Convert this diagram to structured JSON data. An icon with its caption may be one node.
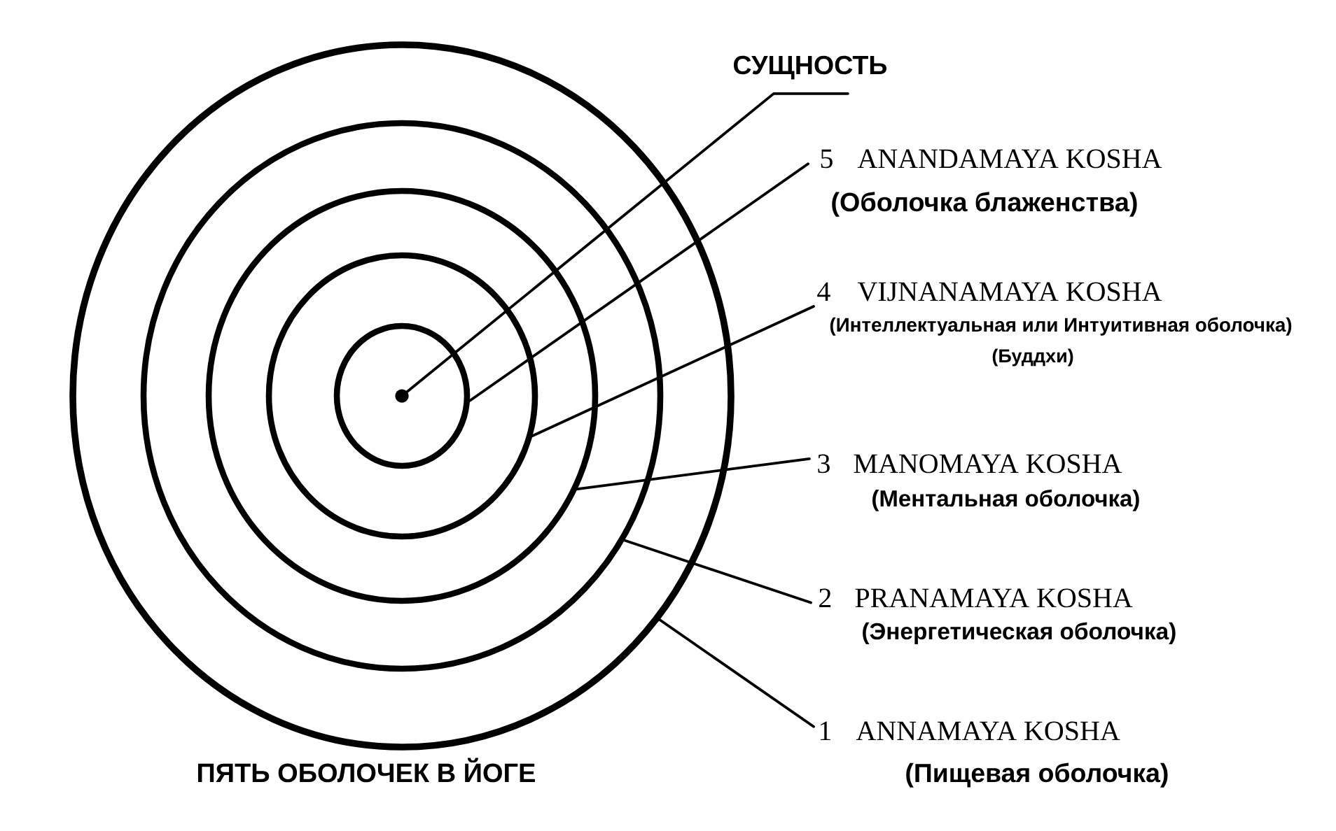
{
  "diagram": {
    "caption": "ПЯТЬ ОБОЛОЧЕК В ЙОГЕ",
    "nodes": [
      {
        "text": [],
        "shape": "circle"
      },
      {
        "text": [],
        "shape": "circle",
        "in": 0
      },
      {
        "text": [],
        "shape": "circle",
        "in": 1
      },
      {
        "text": [],
        "shape": "circle",
        "in": 2
      },
      {
        "text": [],
        "shape": "circle",
        "in": 3
      },
      {
        "text": [],
        "shape": "dot",
        "in": 4
      },
      {
        "text": [
          "СУЩНОСТЬ"
        ]
      },
      {
        "text": [
          "5",
          "ANANDAMAYA KOSHA",
          "(Оболочка блаженства)"
        ]
      },
      {
        "text": [
          "4",
          "VIJNANAMAYA KOSHA",
          "(Интеллектуальная или Интуитивная оболочка)",
          "(Буддхи)"
        ]
      },
      {
        "text": [
          "3",
          "MANOMAYA KOSHA",
          "(Ментальная оболочка)"
        ]
      },
      {
        "text": [
          "2",
          "PRANAMAYA KOSHA",
          "(Энергетическая оболочка)"
        ]
      },
      {
        "text": [
          "1",
          "ANNAMAYA KOSHA",
          "(Пищевая оболочка)"
        ]
      }
    ],
    "edges": [
      {
        "from": 6,
        "to": 5,
        "arrow": "none"
      },
      {
        "from": 7,
        "to": 4,
        "arrow": "none"
      },
      {
        "from": 8,
        "to": 3,
        "arrow": "none"
      },
      {
        "from": 9,
        "to": 2,
        "arrow": "none"
      },
      {
        "from": 10,
        "to": 1,
        "arrow": "none"
      },
      {
        "from": 11,
        "to": 0,
        "arrow": "none"
      }
    ]
  }
}
